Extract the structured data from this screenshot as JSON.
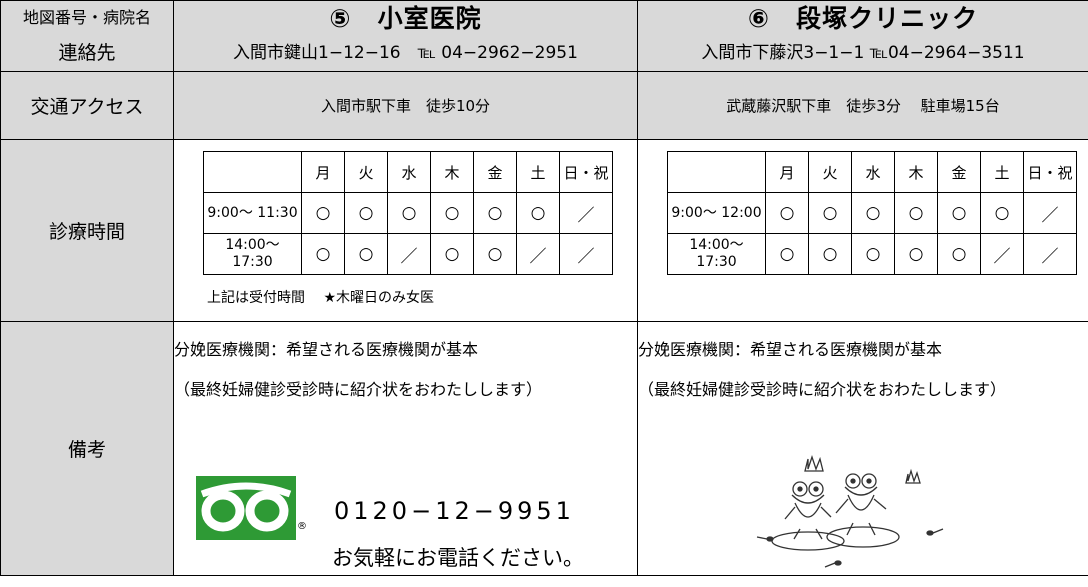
{
  "labels": {
    "header_top": "地図番号・病院名",
    "header_bottom": "連絡先",
    "access": "交通アクセス",
    "hours": "診療時間",
    "remarks": "備考"
  },
  "clinic5": {
    "name": "⑤　小室医院",
    "address": "入間市鍵山1−12−16　℡ 04−2962−2951",
    "access": "入間市駅下車　徒歩10分",
    "schedule": {
      "days": [
        "月",
        "火",
        "水",
        "木",
        "金",
        "土",
        "日・祝"
      ],
      "rows": [
        {
          "time": "9:00～ 11:30",
          "marks": [
            "○",
            "○",
            "○",
            "○",
            "○",
            "○",
            "／"
          ]
        },
        {
          "time": "14:00～ 17:30",
          "marks": [
            "○",
            "○",
            "／",
            "○",
            "○",
            "／",
            "／"
          ]
        }
      ]
    },
    "schedule_note": "上記は受付時間　 ★木曜日のみ女医",
    "remark1": "分娩医療機関：希望される医療機関が基本",
    "remark2": "（最終妊婦健診受診時に紹介状をおわたしします）",
    "freedial_mark": "®",
    "phone": "0120−12−9951",
    "phone_note": "お気軽にお電話ください。"
  },
  "clinic6": {
    "name": "⑥　段塚クリニック",
    "address": "入間市下藤沢3−1−1 ℡04−2964−3511",
    "access": "武蔵藤沢駅下車　徒歩3分　 駐車場15台",
    "schedule": {
      "days": [
        "月",
        "火",
        "水",
        "木",
        "金",
        "土",
        "日・祝"
      ],
      "rows": [
        {
          "time": "9:00～ 12:00",
          "marks": [
            "○",
            "○",
            "○",
            "○",
            "○",
            "○",
            "／"
          ]
        },
        {
          "time": "14:00～ 17:30",
          "marks": [
            "○",
            "○",
            "○",
            "○",
            "○",
            "／",
            "／"
          ]
        }
      ]
    },
    "remark1": "分娩医療機関：希望される医療機関が基本",
    "remark2": "（最終妊婦健診受診時に紹介状をおわたしします）"
  },
  "colors": {
    "header_bg": "#d9d9d9",
    "freedial_green": "#2e9a35",
    "border": "#000000"
  },
  "icons": {
    "freedial": "freedial-logo-icon",
    "frogs": "frog-illustration-icon"
  }
}
